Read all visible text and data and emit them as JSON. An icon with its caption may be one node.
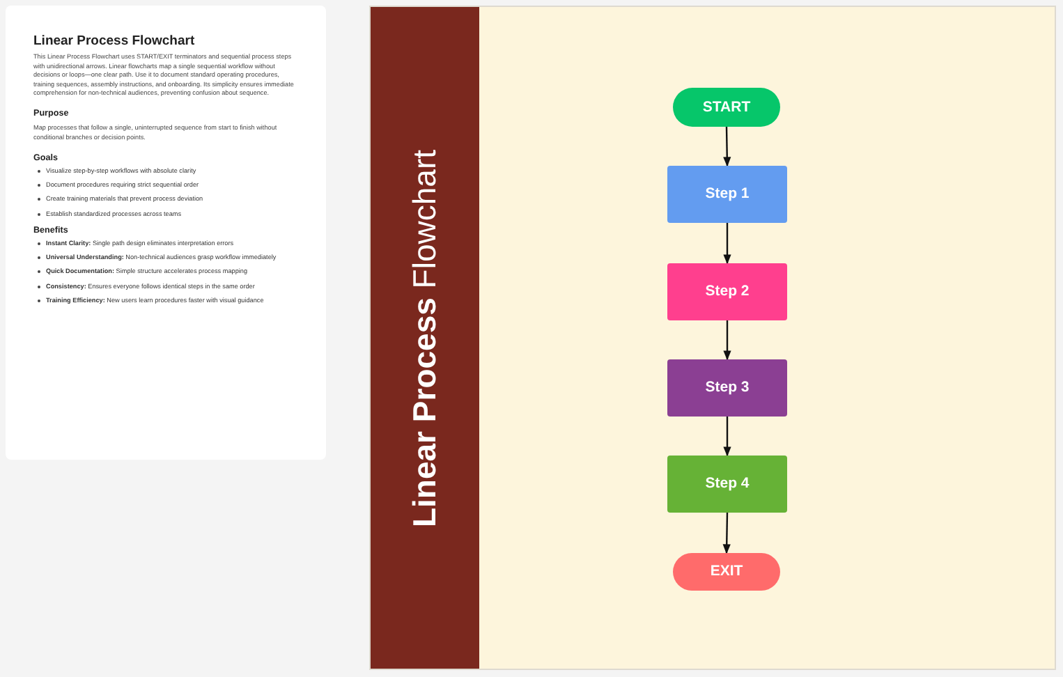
{
  "diagram": {
    "title": "Linear Process Flowchart",
    "nodes": [
      {
        "text": [
          "**Linear Process** Flowchart"
        ]
      },
      {
        "text": [
          "START"
        ],
        "in": 0
      },
      {
        "text": [
          "Step 1"
        ],
        "in": 0
      },
      {
        "text": [
          "Step 2"
        ],
        "in": 0
      },
      {
        "text": [
          "Step 3"
        ],
        "in": 0
      },
      {
        "text": [
          "Step 4"
        ],
        "in": 0
      },
      {
        "text": [
          "EXIT"
        ],
        "in": 0
      }
    ],
    "edges": [
      {
        "from": 1,
        "to": 2,
        "arrow": "to"
      },
      {
        "from": 2,
        "to": 3,
        "arrow": "to"
      },
      {
        "from": 3,
        "to": 4,
        "arrow": "to"
      },
      {
        "from": 4,
        "to": 5,
        "arrow": "to"
      },
      {
        "from": 5,
        "to": 6,
        "arrow": "to"
      }
    ],
    "labels": [
      "This Linear Process Flowchart uses START/EXIT terminators and sequential process steps with unidirectional arrows. Linear flowcharts map a single sequential workflow without decisions or loops—one clear path. Use it to document standard operating procedures, training sequences, assembly instructions, and onboarding. Its simplicity ensures immediate comprehension for non-technical audiences, preventing confusion about sequence.",
      "Purpose",
      "Map processes that follow a single, uninterrupted sequence from start to finish without conditional branches or decision points.",
      "Goals",
      "Visualize step-by-step workflows with absolute clarity",
      "Document procedures requiring strict sequential order",
      "Create training materials that prevent process deviation",
      "Establish standardized processes across teams",
      "Benefits",
      "**Instant Clarity:** Single path design eliminates interpretation errors",
      "**Universal Understanding:** Non-technical audiences grasp workflow immediately",
      "**Quick Documentation:** Simple structure accelerates process mapping",
      "**Consistency:** Ensures everyone follows identical steps in the same order",
      "**Training Efficiency:** New users learn procedures faster with visual guidance"
    ]
  }
}
